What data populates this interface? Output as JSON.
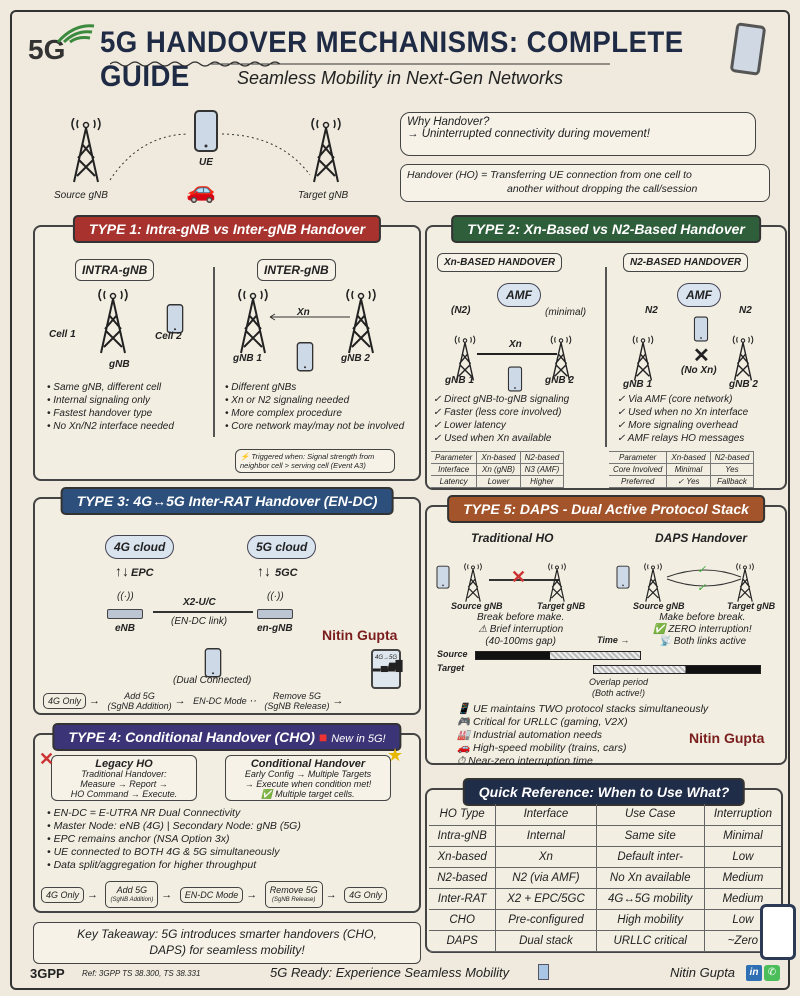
{
  "header": {
    "logo": "5G",
    "title": "5G HANDOVER MECHANISMS: COMPLETE GUIDE",
    "subtitle": "Seamless Mobility in Next-Gen Networks"
  },
  "hero": {
    "source": "Source gNB",
    "ue": "UE",
    "target": "Target gNB",
    "why_title": "Why Handover?",
    "why_text": "→ Uninterrupted connectivity during movement!",
    "definition_1": "Handover (HO) = Transferring UE connection from one cell to",
    "definition_2": "another without dropping the call/session"
  },
  "type1": {
    "title": "TYPE 1: Intra-gNB vs Inter-gNB Handover",
    "color": "#a8322d",
    "intra": {
      "label": "INTRA-gNB",
      "cell1": "Cell 1",
      "cell2": "Cell 2",
      "gnb": "gNB",
      "bullets": [
        "Same gNB, different cell",
        "Internal signaling only",
        "Fastest handover type",
        "No Xn/N2 interface needed"
      ]
    },
    "inter": {
      "label": "INTER-gNB",
      "xn": "Xn",
      "gnb1": "gNB 1",
      "gnb2": "gNB 2",
      "bullets": [
        "Different gNBs",
        "Xn or N2 signaling needed",
        "More complex procedure",
        "Core network may/may not be involved"
      ],
      "trigger": "⚡ Triggered when: Signal strength from neighbor cell > serving cell (Event A3)"
    }
  },
  "type2": {
    "title": "TYPE 2: Xn-Based vs N2-Based Handover",
    "color": "#2e5e3a",
    "xn": {
      "label": "Xn-BASED HANDOVER",
      "amf": "AMF",
      "n2": "(N2)",
      "minimal": "(minimal)",
      "xn": "Xn",
      "gnb1": "gNB 1",
      "gnb2": "gNB 2",
      "bullets": [
        "Direct gNB-to-gNB signaling",
        "Faster (less core involved)",
        "Lower latency",
        "Used when Xn available"
      ],
      "table": [
        [
          "Parameter",
          "Xn-based",
          "N2-based"
        ],
        [
          "Interface",
          "Xn (gNB)",
          "N3 (AMF)"
        ],
        [
          "Latency",
          "Lower",
          "Higher"
        ]
      ]
    },
    "n2": {
      "label": "N2-BASED HANDOVER",
      "amf": "AMF",
      "n2a": "N2",
      "n2b": "N2",
      "noxn": "(No Xn)",
      "gnb1": "gNB 1",
      "gnb2": "gNB 2",
      "bullets": [
        "Via AMF (core network)",
        "Used when no Xn interface",
        "More signaling overhead",
        "AMF relays HO messages"
      ],
      "table": [
        [
          "Parameter",
          "Xn-based",
          "N2-based"
        ],
        [
          "Core Involved",
          "Minimal",
          "Yes"
        ],
        [
          "Preferred",
          "✓ Yes",
          "Fallback"
        ]
      ]
    }
  },
  "type3": {
    "title": "TYPE 3: 4G↔5G Inter-RAT Handover (EN-DC)",
    "color": "#2c4f7c",
    "cloud4g": "4G cloud",
    "cloud5g": "5G cloud",
    "epc": "EPC",
    "fivegc": "5GC",
    "x2": "X2-U/C",
    "link": "(EN-DC link)",
    "enb": "eNB",
    "engnb": "en-gNB",
    "dual": "(Dual Connected)",
    "phone_label": "4G→5G",
    "flow": [
      "4G Only",
      "Add 5G",
      "(SgNB Addition)",
      "EN-DC Mode",
      "Remove 5G",
      "(SgNB Release)"
    ]
  },
  "type4": {
    "title": "TYPE 4: Conditional Handover (CHO)",
    "badge": "New in 5G!",
    "color": "#3b3577",
    "legacy": {
      "title": "Legacy HO",
      "l1": "Traditional Handover:",
      "l2": "Measure → Report →",
      "l3": "HO Command → Execute."
    },
    "cho": {
      "title": "Conditional Handover",
      "l1": "Early Config → Multiple Targets",
      "l2": "→ Execute when condition met!",
      "l3": "✅ Multiple target cells."
    },
    "bullets": [
      "EN-DC = E-UTRA NR Dual Connectivity",
      "Master Node: eNB (4G) | Secondary Node: gNB (5G)",
      "EPC remains anchor (NSA Option 3x)",
      "UE connected to BOTH 4G & 5G simultaneously",
      "Data split/aggregation for higher throughput"
    ],
    "flow": [
      "4G Only",
      "Add 5G",
      "(SgNB Addition)",
      "EN-DC Mode",
      "Remove 5G",
      "(SgNB Release)",
      "4G Only"
    ]
  },
  "type5": {
    "title": "TYPE 5: DAPS - Dual Active Protocol Stack",
    "color": "#a4542a",
    "trad": {
      "title": "Traditional HO",
      "src": "Source gNB",
      "tgt": "Target gNB",
      "l1": "Break before make.",
      "l2": "⚠ Brief interruption",
      "l3": "(40-100ms gap)"
    },
    "daps": {
      "title": "DAPS Handover",
      "src": "Source gNB",
      "tgt": "Target gNB",
      "l1": "Make before break.",
      "l2": "✅ ZERO interruption!",
      "l3": "📡 Both links active"
    },
    "time": "Time →",
    "source": "Source",
    "target": "Target",
    "overlap1": "Overlap period",
    "overlap2": "(Both active!)",
    "source_active_fraction": 0.27,
    "target_active_fraction": 0.27,
    "bullets": [
      "📱 UE maintains TWO protocol stacks simultaneously",
      "🎮 Critical for URLLC (gaming, V2X)",
      "🏭 Industrial automation needs",
      "🚗 High-speed mobility (trains, cars)",
      "⏱ Near-zero interruption time"
    ]
  },
  "quickref": {
    "title": "Quick Reference: When to Use What?",
    "headers": [
      "HO Type",
      "Interface",
      "Use Case",
      "Interruption"
    ],
    "rows": [
      [
        "Intra-gNB",
        "Internal",
        "Same site",
        "Minimal"
      ],
      [
        "Xn-based",
        "Xn",
        "Default inter-",
        "Low"
      ],
      [
        "N2-based",
        "N2 (via AMF)",
        "No Xn available",
        "Medium"
      ],
      [
        "Inter-RAT",
        "X2 + EPC/5GC",
        "4G↔5G mobility",
        "Medium"
      ],
      [
        "CHO",
        "Pre-configured",
        "High mobility",
        "Low"
      ],
      [
        "DAPS",
        "Dual stack",
        "URLLC critical",
        "~Zero"
      ]
    ]
  },
  "takeaway": {
    "l1": "Key Takeaway: 5G introduces smarter handovers (CHO,",
    "l2": "DAPS) for seamless mobility!"
  },
  "footer": {
    "logo": "3GPP",
    "ref": "Ref: 3GPP TS 38.300, TS 38.331",
    "tagline": "5G Ready: Experience Seamless Mobility",
    "author": "Nitin Gupta",
    "linkedin": "in"
  },
  "watermarks": {
    "text": "Nitin Gupta"
  }
}
